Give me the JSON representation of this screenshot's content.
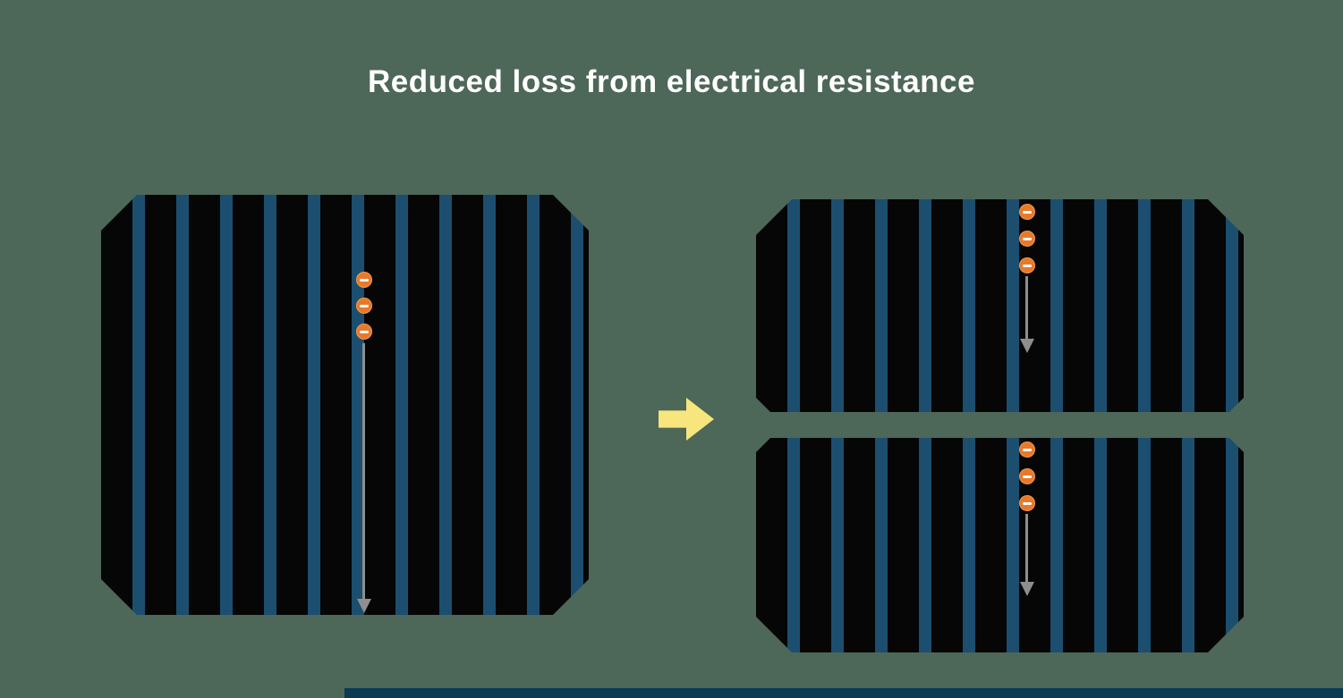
{
  "title": "Reduced loss from electrical resistance",
  "colors": {
    "background": "#4d6759",
    "cell_black": "#060606",
    "stripe_blue": "#1c4e6f",
    "electron_orange": "#e8792b",
    "minus_white": "#ffffff",
    "flow_arrow_gray": "#8e8e8e",
    "transform_arrow_yellow": "#f7e57d",
    "bottom_bar_teal": "#0b3b52",
    "title_white": "#ffffff"
  },
  "panels": {
    "full_cell": {
      "electron_count": 3
    },
    "half_cell_top": {
      "electron_count": 3
    },
    "half_cell_bottom": {
      "electron_count": 3
    }
  }
}
